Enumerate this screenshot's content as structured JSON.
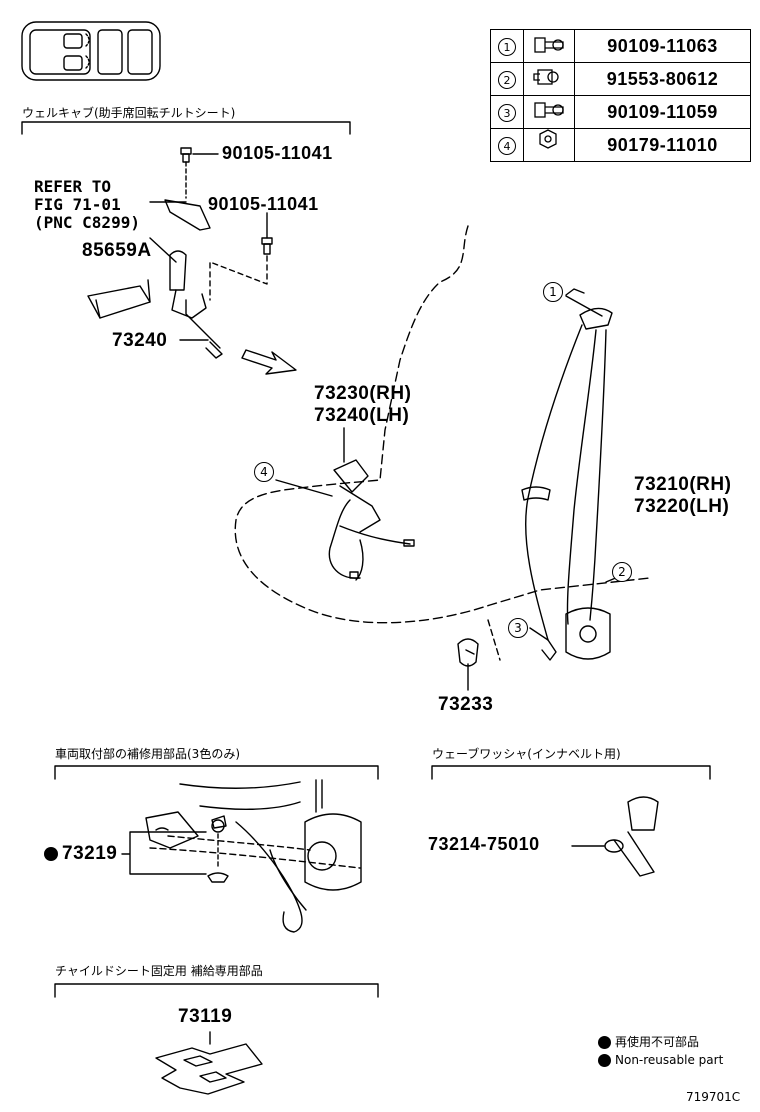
{
  "legend_table": [
    {
      "num": "1",
      "part": "90109-11063"
    },
    {
      "num": "2",
      "part": "91553-80612"
    },
    {
      "num": "3",
      "part": "90109-11059"
    },
    {
      "num": "4",
      "part": "90179-11010"
    }
  ],
  "section_welcab": "ウェルキャブ(助手席回転チルトシート)",
  "welcab_bolt_top": "90105-11041",
  "welcab_bolt_mid": "90105-11041",
  "refer_line1": "REFER TO",
  "refer_line2": "FIG 71-01",
  "refer_line3": "(PNC C8299)",
  "welcab_buckle": "85659A",
  "welcab_belt": "73240",
  "buckle_rh": "73230(RH)",
  "buckle_lh": "73240(LH)",
  "belt_rh": "73210(RH)",
  "belt_lh": "73220(LH)",
  "anchor_cover": "73233",
  "callouts": {
    "c1": "1",
    "c2": "2",
    "c3": "3",
    "c4": "4"
  },
  "section_repair": "車両取付部の補修用部品(3色のみ)",
  "repair_part": "73219",
  "section_wave": "ウェーブワッシャ(インナベルト用)",
  "wave_part": "73214-75010",
  "section_child": "チャイルドシート固定用 補給専用部品",
  "child_part": "73119",
  "nonreuse_jp": "再使用不可部品",
  "nonreuse_en": "Non-reusable part",
  "figure_code": "719701C"
}
